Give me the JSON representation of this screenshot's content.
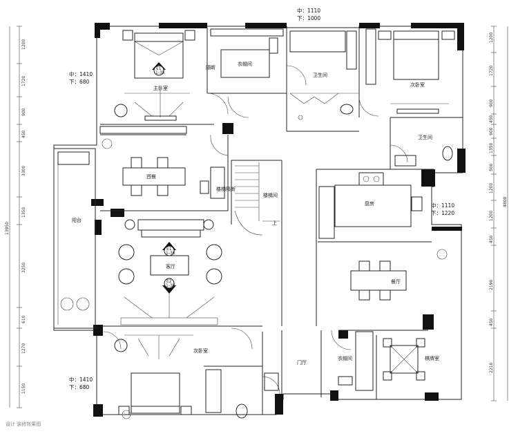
{
  "rooms": {
    "master_bedroom": "主卧室",
    "closet_top": "衣帽间",
    "partition_top": "隔断",
    "bath_top": "卫生间",
    "second_bedroom_top": "次卧室",
    "bath_right": "卫生间",
    "dining_left": "西餐",
    "partition_mid": "隔断",
    "stair_label": "楼梯",
    "stair_room": "楼梯间",
    "up_mark": "上",
    "balcony": "阳台",
    "kitchen": "厨房",
    "living_room": "客厅",
    "dining_room": "餐厅",
    "second_bedroom_bottom": "次卧室",
    "entrance": "门厅",
    "closet_bottom": "衣帽间",
    "tea_room": "棋牌室"
  },
  "notes": {
    "top_mid": "中：1110",
    "top_low": "下：1000",
    "left_top_mid": "中：1410",
    "left_top_low": "下：680",
    "right_mid": "中：1110",
    "right_low": "下：1220",
    "left_bottom_mid": "中：1410",
    "left_bottom_low": "下：680"
  },
  "markers": {
    "master": {
      "id": "E1",
      "sheet": "1-35"
    },
    "living_top": {
      "id": "E1",
      "sheet": "1-36"
    },
    "living_bottom": {
      "id": "E2",
      "sheet": "1-36"
    }
  },
  "dims_left": [
    "1200",
    "1720",
    "900",
    "450",
    "3300",
    "1350",
    "3250",
    "610",
    "1270",
    "1150"
  ],
  "dims_left_total": "13950",
  "dims_right": [
    "1200",
    "1720",
    "900",
    "450",
    "900",
    "1350",
    "500",
    "1200",
    "1200",
    "450",
    "2190",
    "450",
    "2210"
  ],
  "dims_right_total": "4800",
  "watermark": "设计 装修效果图"
}
